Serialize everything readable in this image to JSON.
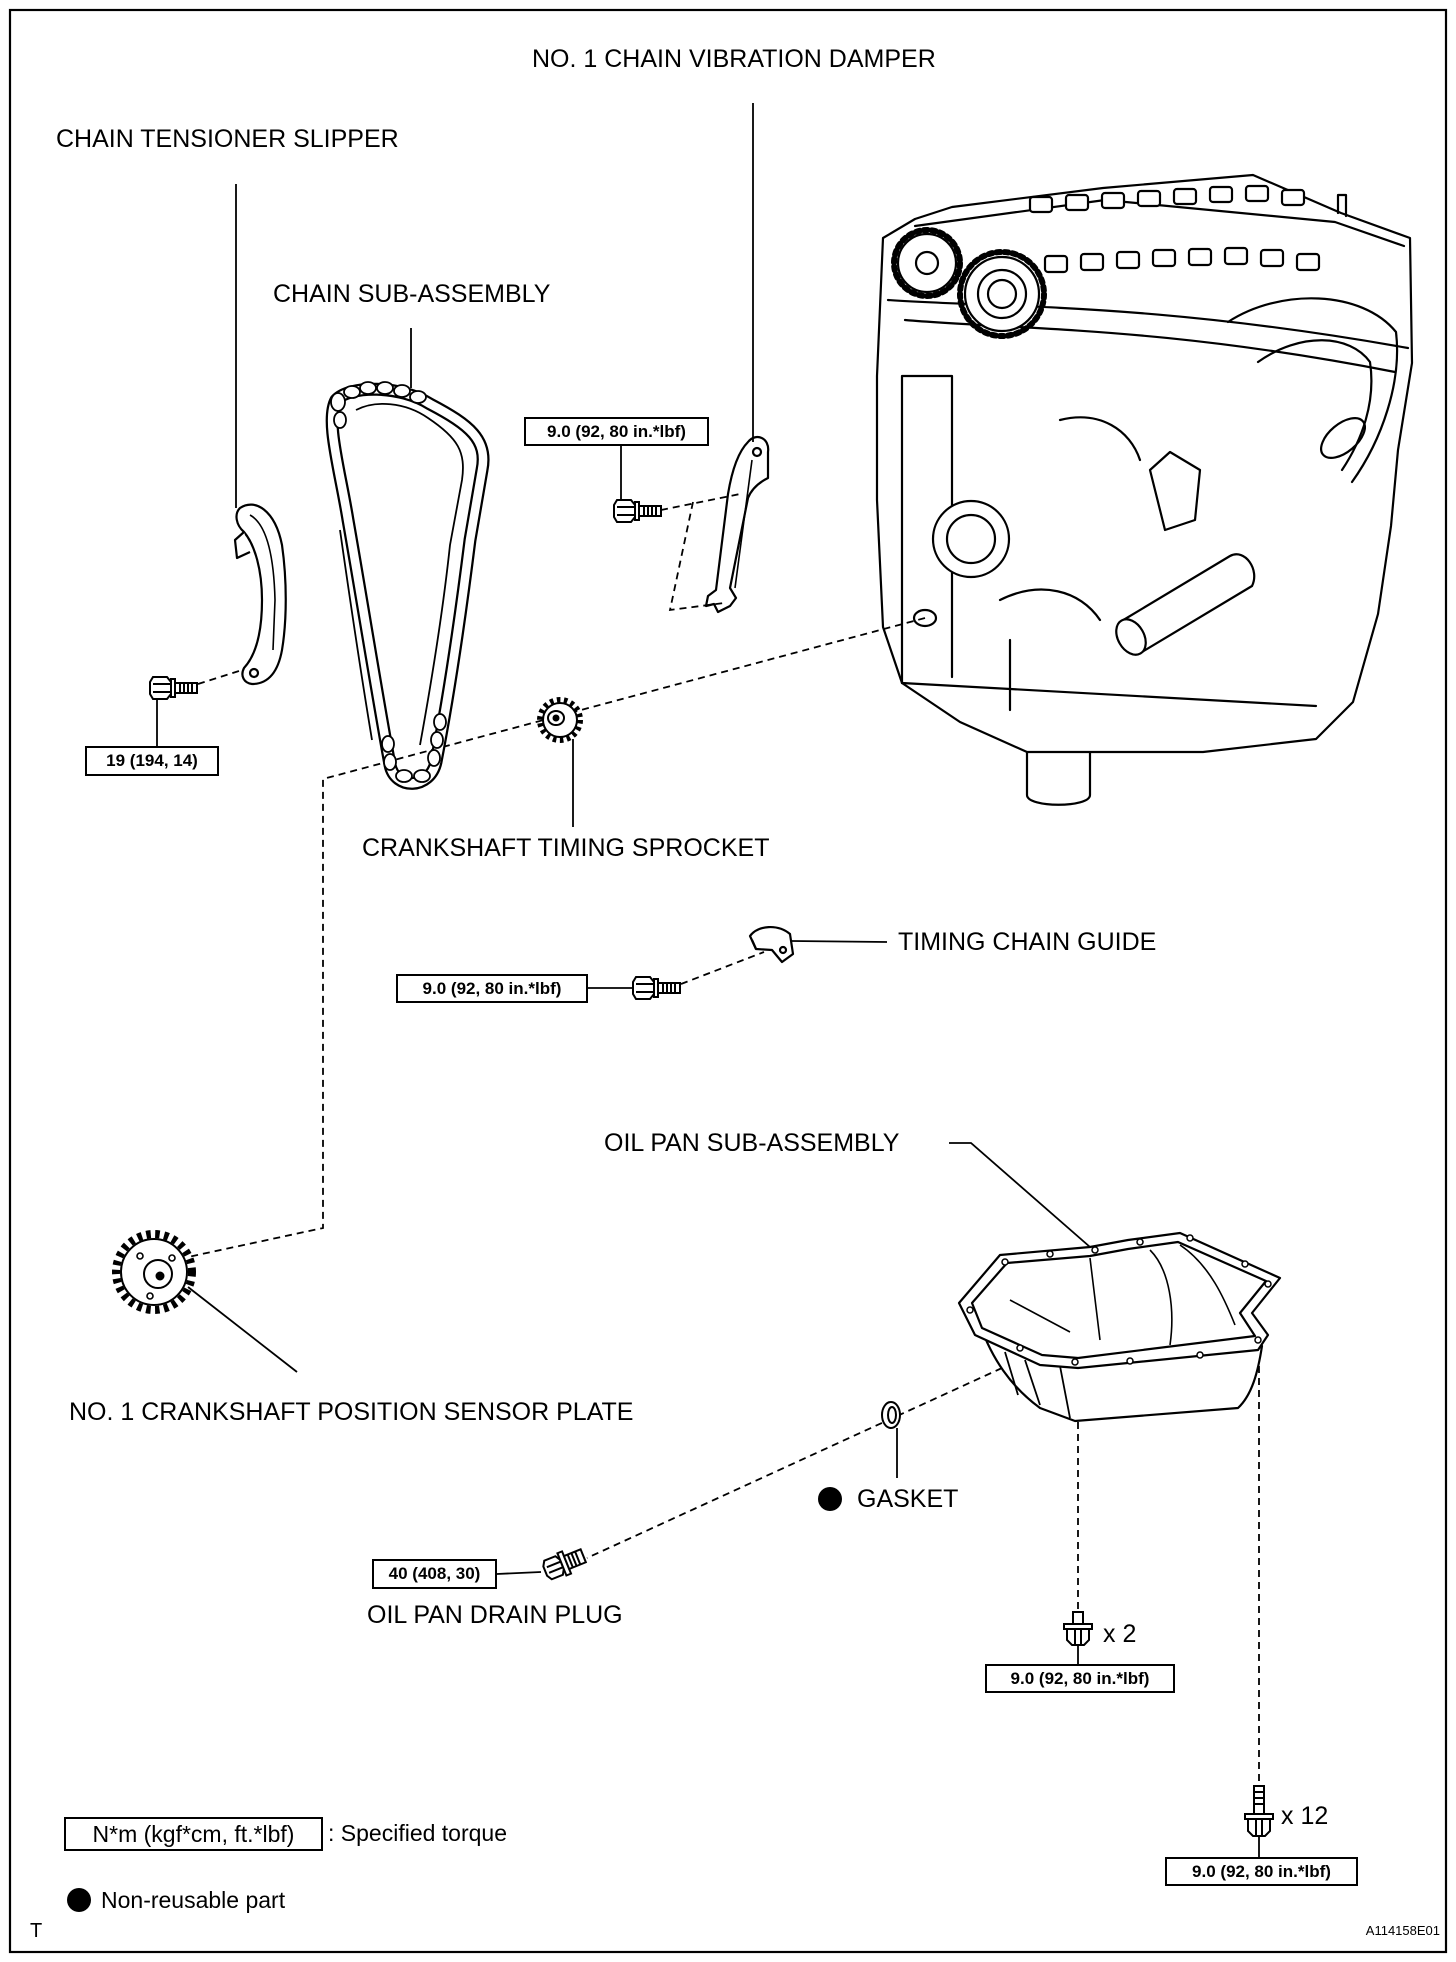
{
  "labels": {
    "vibration_damper": "NO. 1 CHAIN VIBRATION DAMPER",
    "tensioner_slipper": "CHAIN TENSIONER SLIPPER",
    "chain_sub_assembly": "CHAIN SUB-ASSEMBLY",
    "crankshaft_sprocket": "CRANKSHAFT TIMING SPROCKET",
    "timing_chain_guide": "TIMING CHAIN GUIDE",
    "oil_pan": "OIL PAN SUB-ASSEMBLY",
    "sensor_plate": "NO. 1 CRANKSHAFT POSITION SENSOR PLATE",
    "gasket": "GASKET",
    "drain_plug": "OIL PAN DRAIN PLUG"
  },
  "torques": {
    "damper_bolt": "9.0 (92, 80 in.*lbf)",
    "slipper_bolt": "19 (194, 14)",
    "guide_bolt": "9.0 (92, 80 in.*lbf)",
    "drain_plug": "40 (408, 30)",
    "pan_short_bolt": "9.0 (92, 80 in.*lbf)",
    "pan_long_bolt": "9.0 (92, 80 in.*lbf)"
  },
  "quantities": {
    "pan_short_bolt": "x 2",
    "pan_long_bolt": "x 12"
  },
  "legend": {
    "torque_unit": "N*m (kgf*cm, ft.*lbf)",
    "torque_desc": ": Specified torque",
    "non_reusable": "Non-reusable part"
  },
  "footer": {
    "corner_mark": "T",
    "figure_id": "A114158E01"
  },
  "symbols": {
    "non_reusable_marker": "filled-circle-icon"
  },
  "colors": {
    "ink": "#000000",
    "paper": "#ffffff"
  }
}
